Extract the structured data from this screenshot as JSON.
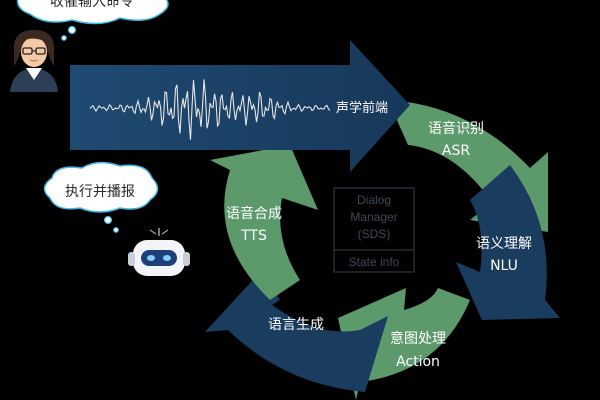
{
  "user_bubble": {
    "text": "收催输入命令"
  },
  "robot_bubble": {
    "text": "执行并播报"
  },
  "frontend": {
    "label": "声学前端"
  },
  "segments": [
    {
      "id": "asr",
      "label_zh": "语音识别",
      "label_en": "ASR",
      "color": "#5c9a6b"
    },
    {
      "id": "nlu",
      "label_zh": "语义理解",
      "label_en": "NLU",
      "color": "#1a3c5e"
    },
    {
      "id": "action",
      "label_zh": "意图处理",
      "label_en": "Action",
      "color": "#5c9a6b"
    },
    {
      "id": "nlg",
      "label_zh": "语言生成",
      "label_en": "",
      "color": "#1a3c5e"
    },
    {
      "id": "tts",
      "label_zh": "语音合成",
      "label_en": "TTS",
      "color": "#5c9a6b"
    }
  ],
  "dialog_manager": {
    "line1": "Dialog",
    "line2": "Manager",
    "line3": "(SDS)",
    "state": "State info"
  },
  "colors": {
    "background": "#000000",
    "green": "#5c9a6b",
    "navy": "#1a3c5e",
    "arrow_top": "#1c3f63",
    "bubble_border": "#3db7e4"
  }
}
